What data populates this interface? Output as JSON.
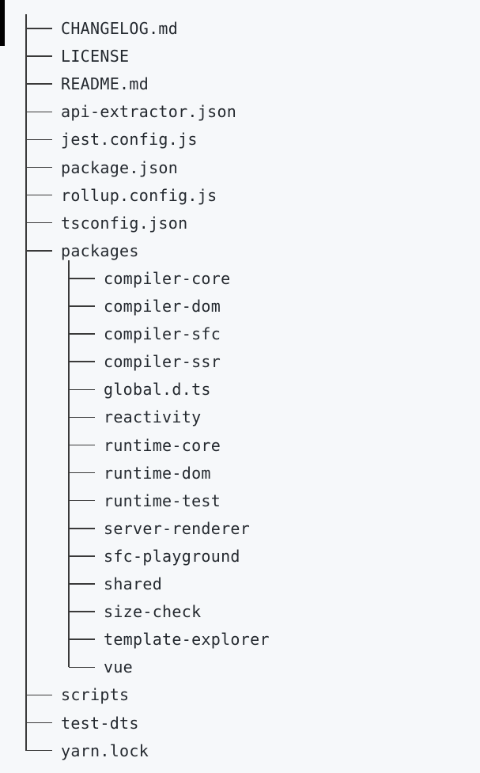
{
  "tree": {
    "root_items": [
      {
        "label": "CHANGELOG.md"
      },
      {
        "label": "LICENSE"
      },
      {
        "label": "README.md"
      },
      {
        "label": "api-extractor.json"
      },
      {
        "label": "jest.config.js"
      },
      {
        "label": "package.json"
      },
      {
        "label": "rollup.config.js"
      },
      {
        "label": "tsconfig.json"
      },
      {
        "label": "packages"
      }
    ],
    "packages_children": [
      {
        "label": "compiler-core"
      },
      {
        "label": "compiler-dom"
      },
      {
        "label": "compiler-sfc"
      },
      {
        "label": "compiler-ssr"
      },
      {
        "label": "global.d.ts"
      },
      {
        "label": "reactivity"
      },
      {
        "label": "runtime-core"
      },
      {
        "label": "runtime-dom"
      },
      {
        "label": "runtime-test"
      },
      {
        "label": "server-renderer"
      },
      {
        "label": "sfc-playground"
      },
      {
        "label": "shared"
      },
      {
        "label": "size-check"
      },
      {
        "label": "template-explorer"
      },
      {
        "label": "vue"
      }
    ],
    "trailing_items": [
      {
        "label": "scripts"
      },
      {
        "label": "test-dts"
      },
      {
        "label": "yarn.lock"
      }
    ]
  }
}
